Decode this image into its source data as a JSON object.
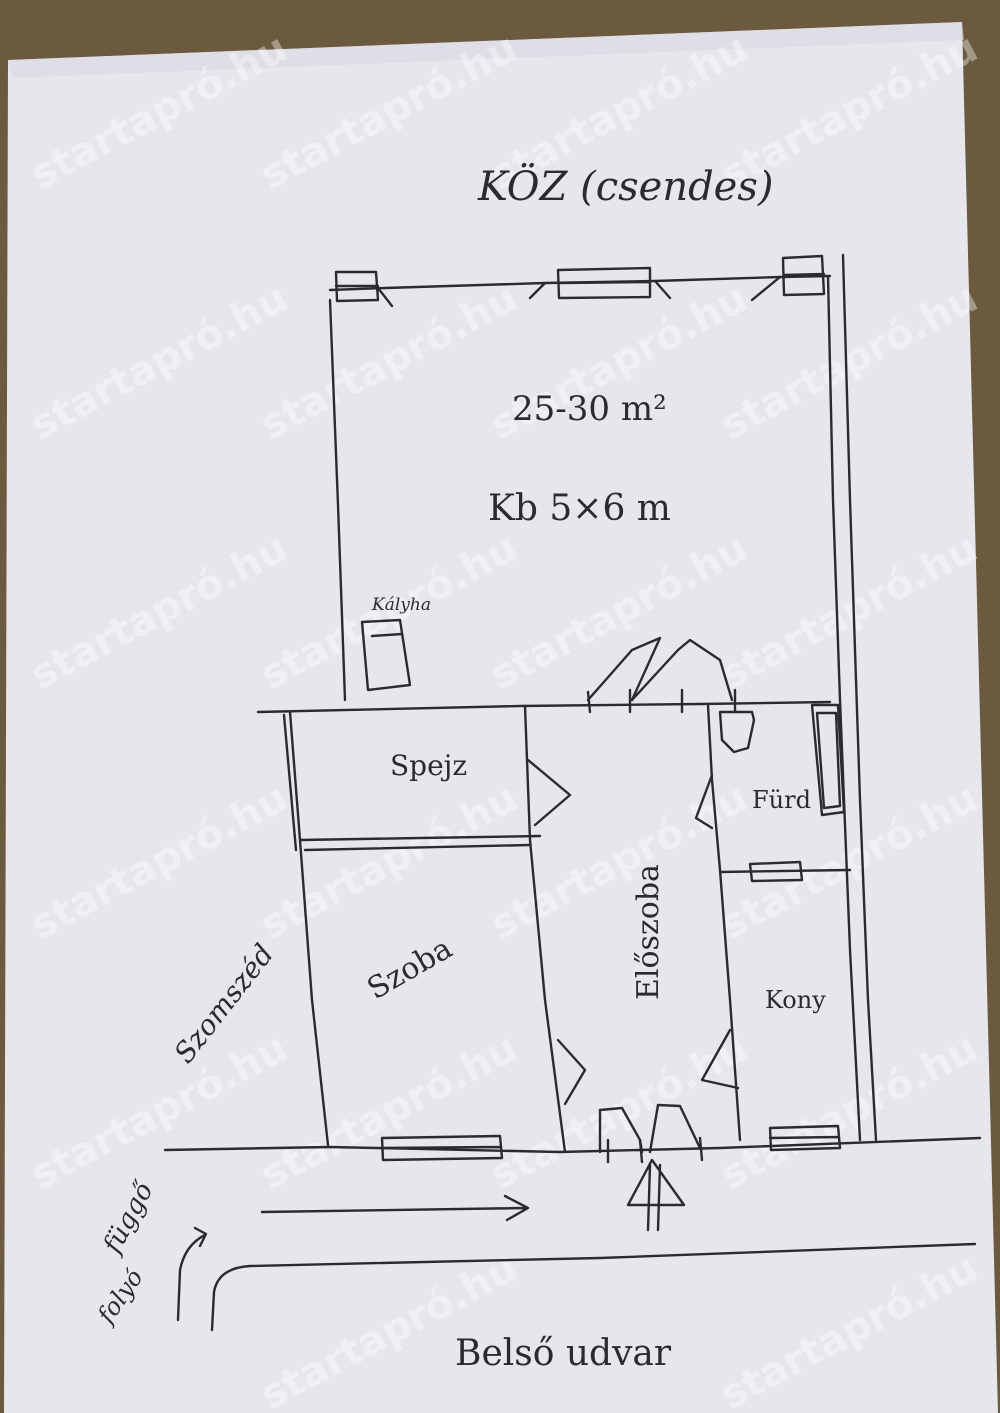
{
  "title": "KÖZ (csendes)",
  "main_room": {
    "area": "25-30 m²",
    "size": "Kb 5×6 m",
    "stove": "Kályha"
  },
  "rooms": {
    "pantry": "Spejz",
    "bathroom": "Fürd",
    "hallway": "Előszoba",
    "room": "Szoba",
    "kitchen": "Kony"
  },
  "labels": {
    "neighbour": "Szomszéd",
    "hanging_1": "függő",
    "hanging_2": "folyó",
    "courtyard": "Belső udvar"
  },
  "watermark": "startapró.hu",
  "colors": {
    "paper": "#e9e7ee",
    "ink": "#2b2b2e",
    "background": "#6b5a3e"
  }
}
